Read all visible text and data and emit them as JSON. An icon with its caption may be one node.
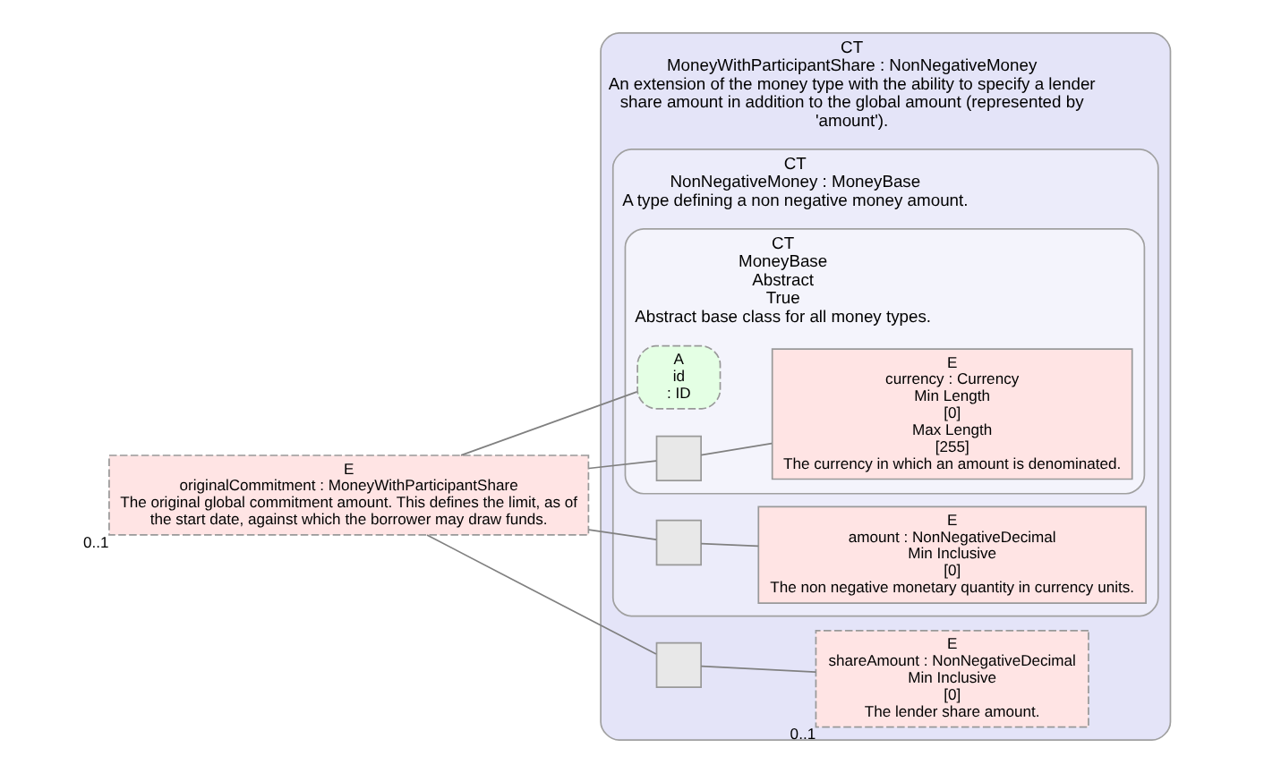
{
  "diagram": {
    "nodes": [
      {
        "text": [
          "E",
          "originalCommitment : MoneyWithParticipantShare",
          "The original global commitment amount. This defines the limit, as of the start date, against which the borrower may draw funds."
        ],
        "beside": [
          "0..1"
        ]
      },
      {
        "text": [
          "CT",
          "MoneyWithParticipantShare : NonNegativeMoney",
          "An extension of the money type with the ability to specify a lender share amount in addition to the global amount (represented by 'amount')."
        ]
      },
      {
        "text": [
          "CT",
          "NonNegativeMoney : MoneyBase",
          "A type defining a non negative money amount."
        ],
        "in": 1
      },
      {
        "text": [
          "CT",
          "MoneyBase",
          "Abstract",
          "True",
          "Abstract base class for all money types."
        ],
        "in": 2
      },
      {
        "text": [
          "A",
          "id",
          ": ID"
        ],
        "in": 3
      },
      {
        "text": [],
        "shape": "box",
        "in": 3
      },
      {
        "text": [
          "E",
          "currency : Currency",
          "Min Length",
          "[0]",
          "Max Length",
          "[255]",
          "The currency in which an amount is denominated."
        ],
        "in": 3
      },
      {
        "text": [],
        "shape": "box",
        "in": 2
      },
      {
        "text": [
          "E",
          "amount : NonNegativeDecimal",
          "Min Inclusive",
          "[0]",
          "The non negative monetary quantity in currency units."
        ],
        "in": 2
      },
      {
        "text": [],
        "shape": "box",
        "in": 1
      },
      {
        "text": [
          "E",
          "shareAmount : NonNegativeDecimal",
          "Min Inclusive",
          "[0]",
          "The lender share amount."
        ],
        "in": 1,
        "beside": [
          "0..1"
        ]
      }
    ],
    "edges": [
      {
        "from": 0,
        "to": 4,
        "arrow": "none"
      },
      {
        "from": 0,
        "to": 5,
        "arrow": "none"
      },
      {
        "from": 0,
        "to": 7,
        "arrow": "none"
      },
      {
        "from": 0,
        "to": 9,
        "arrow": "none"
      },
      {
        "from": 5,
        "to": 6,
        "arrow": "none"
      },
      {
        "from": 7,
        "to": 8,
        "arrow": "none"
      },
      {
        "from": 9,
        "to": 10,
        "arrow": "none"
      }
    ]
  }
}
